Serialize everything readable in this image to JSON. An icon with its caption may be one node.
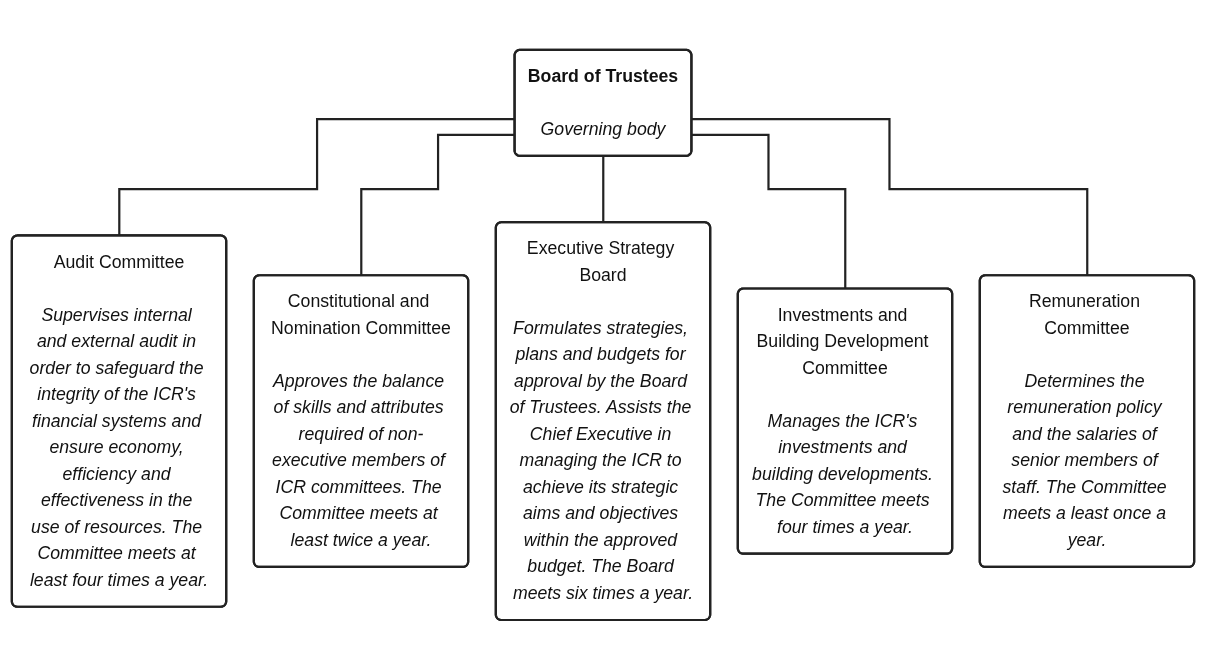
{
  "diagram": {
    "nodes": [
      {
        "text": [
          "Board of Trustees",
          "Governing body"
        ]
      },
      {
        "text": [
          "Audit Committee",
          "Supervises internal and external audit in order to safeguard the integrity of the ICR's financial systems and ensure economy, efficiency and effectiveness in the use of resources. The Committee meets at least four times a year."
        ]
      },
      {
        "text": [
          "Constitutional and Nomination Committee",
          "Approves the balance of skills and attributes required of non-executive members of ICR committees. The Committee meets at least twice a year."
        ]
      },
      {
        "text": [
          "Executive Strategy Board",
          "Formulates strategies, plans and budgets for approval by the Board of Trustees. Assists the Chief Executive in managing the ICR to achieve its strategic aims and objectives within the approved budget. The Board meets six times a year."
        ]
      },
      {
        "text": [
          "Investments and Building Development Committee",
          "Manages the ICR's investments and building developments. The Committee meets four times a year."
        ]
      },
      {
        "text": [
          "Remuneration Committee",
          "Determines the remuneration policy and the salaries of senior members of staff. The Committee meets a least once a year."
        ]
      }
    ],
    "edges": [
      {
        "from": 0,
        "to": 1,
        "arrow": "none"
      },
      {
        "from": 0,
        "to": 2,
        "arrow": "none"
      },
      {
        "from": 0,
        "to": 3,
        "arrow": "none"
      },
      {
        "from": 0,
        "to": 4,
        "arrow": "none"
      },
      {
        "from": 0,
        "to": 5,
        "arrow": "none"
      }
    ]
  }
}
